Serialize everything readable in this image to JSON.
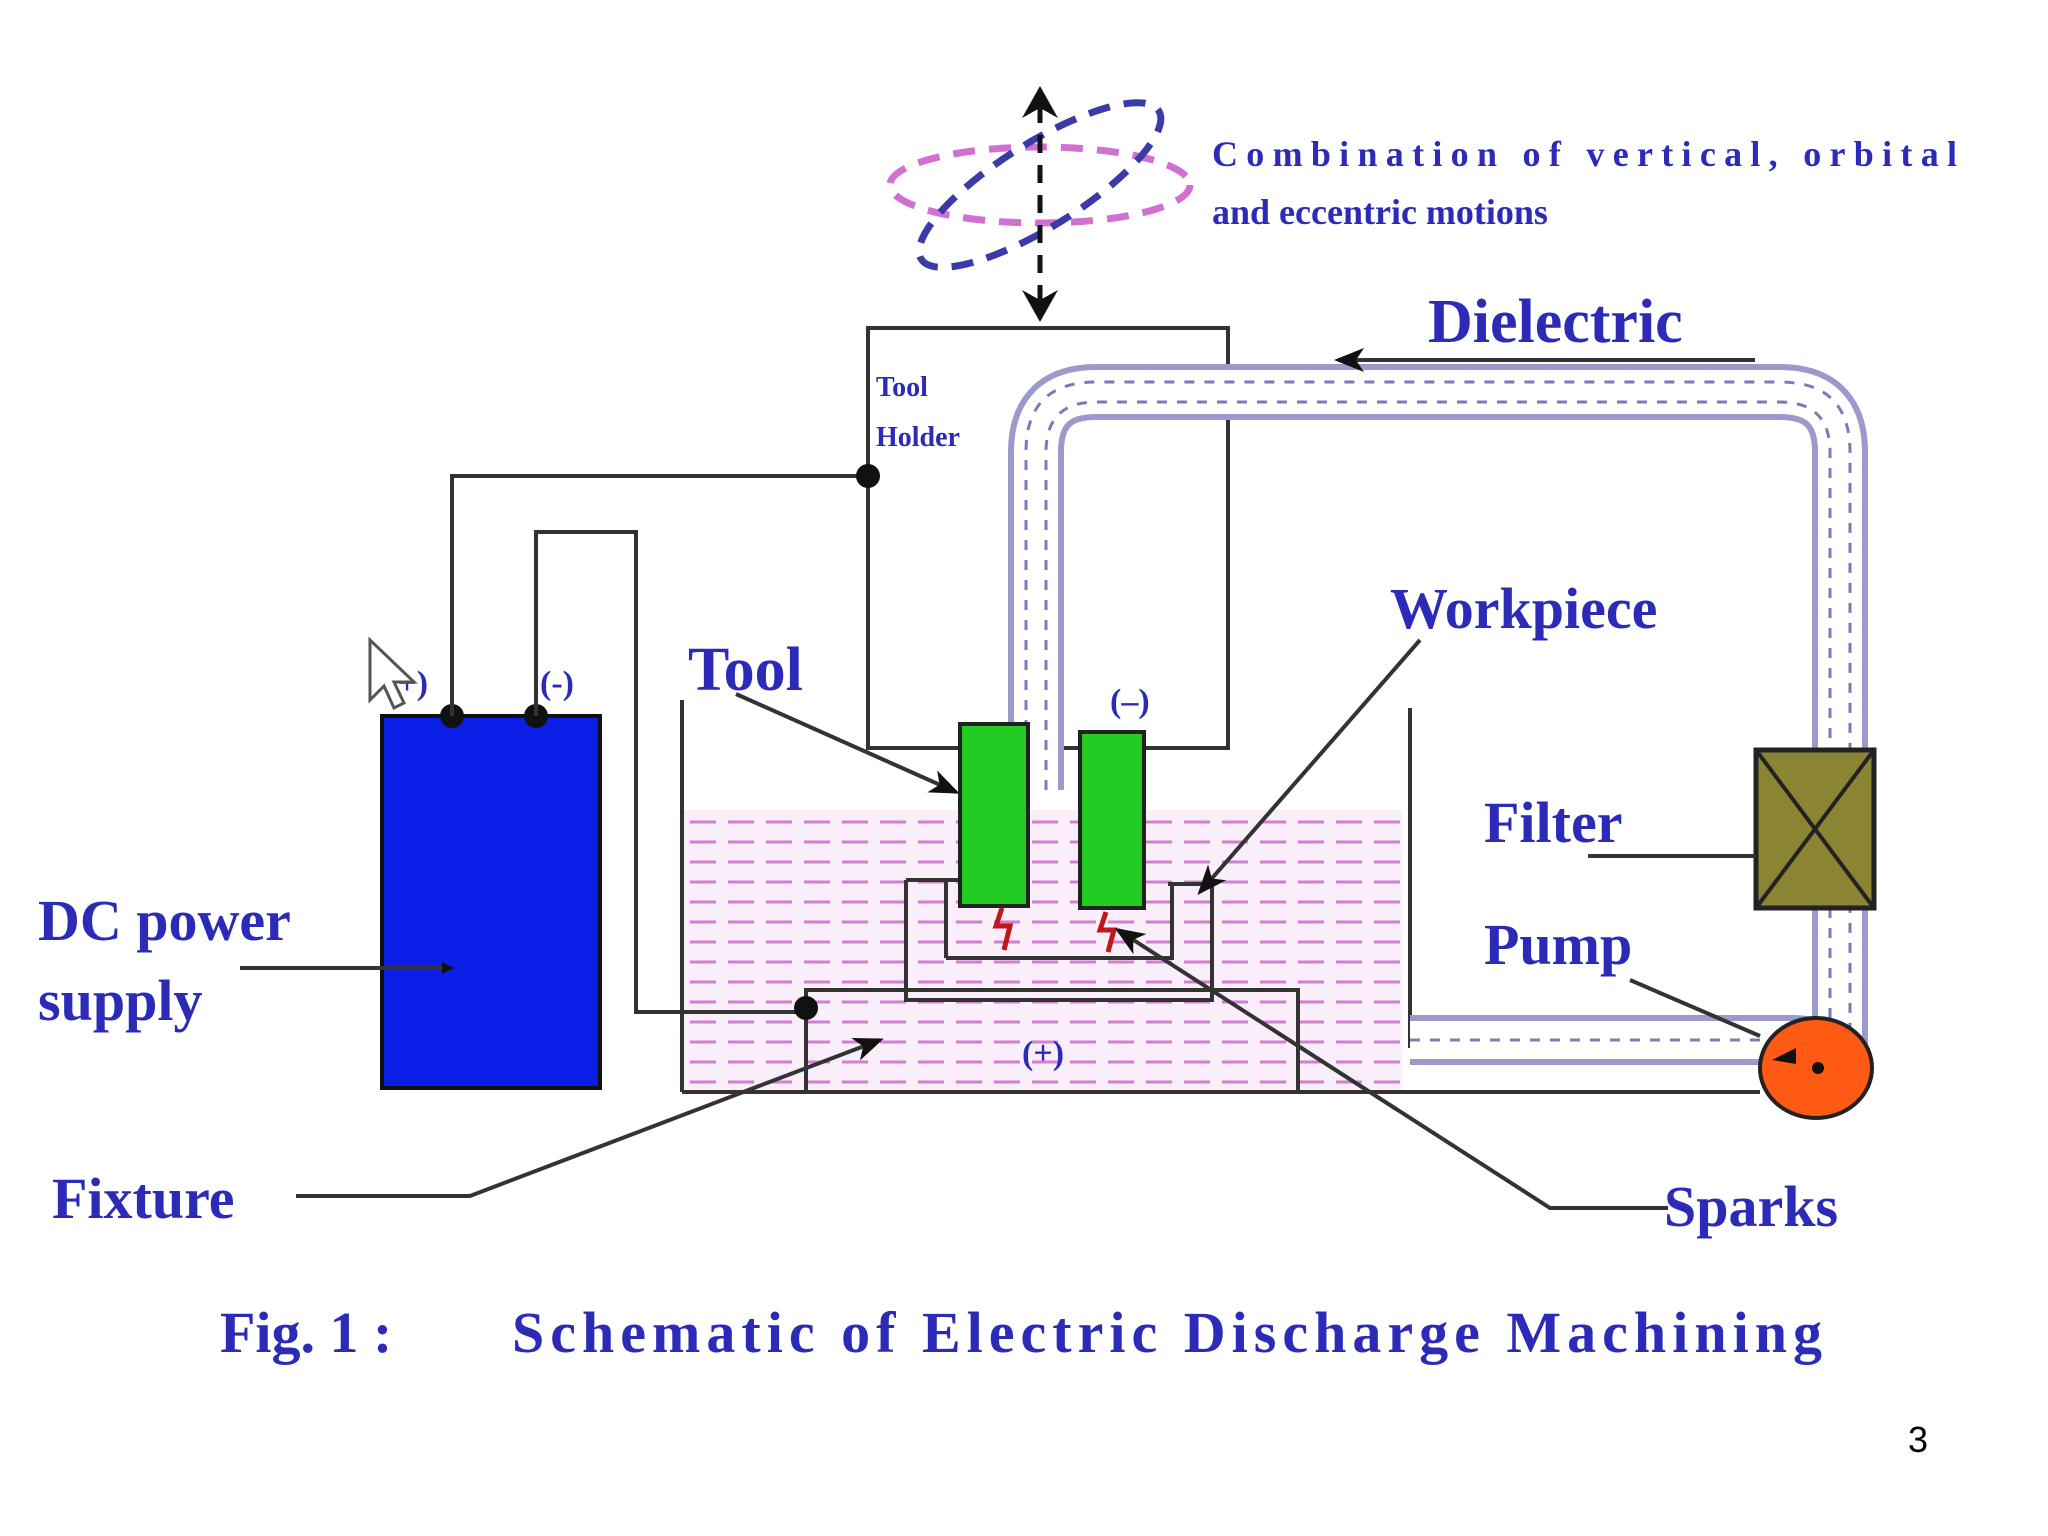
{
  "motion_caption": {
    "line1": "Combination of vertical, orbital",
    "line2": "and eccentric motions"
  },
  "labels": {
    "dielectric": "Dielectric",
    "tool_holder_line1": "Tool",
    "tool_holder_line2": "Holder",
    "tool": "Tool",
    "workpiece": "Workpiece",
    "filter": "Filter",
    "pump": "Pump",
    "dc_power_line1": "DC power",
    "dc_power_line2": "supply",
    "fixture": "Fixture",
    "sparks": "Sparks",
    "terminal_plus": "(+)",
    "terminal_minus": "(-)",
    "tool_minus": "(–)",
    "workpiece_plus": "(+)"
  },
  "caption": {
    "fig_label": "Fig. 1 :",
    "title": "Schematic of Electric Discharge Machining"
  },
  "page_number": "3",
  "colors": {
    "text": "#2b2bb8",
    "power_supply": "#0a1ee6",
    "tool_electrode": "#22cc22",
    "filter": "#8a8433",
    "pump": "#ff5a14",
    "dielectric_dash": "#d27fd2",
    "motion_pink": "#d070d0",
    "motion_blue": "#3a3aa8"
  }
}
